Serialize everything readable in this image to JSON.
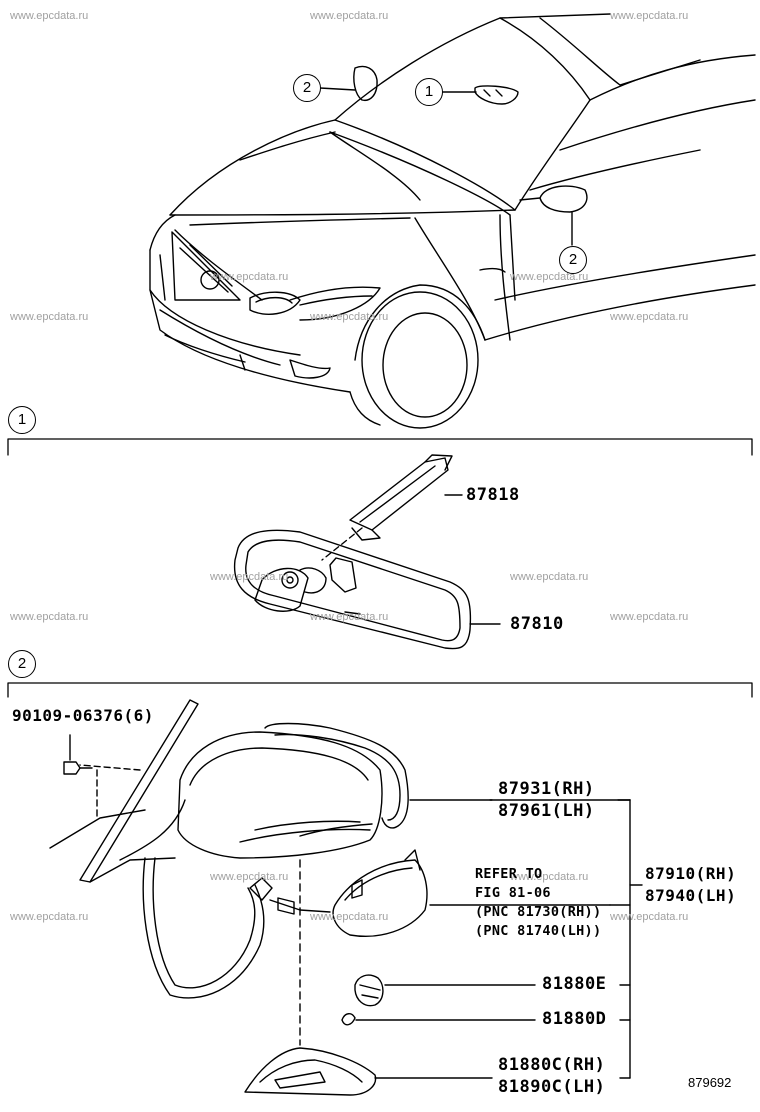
{
  "watermark": "www.epcdata.ru",
  "callouts": {
    "c1": "1",
    "c2": "2"
  },
  "section_headers": {
    "s1": "1",
    "s2": "2"
  },
  "parts": {
    "p87818": "87818",
    "p87810": "87810",
    "bolt": "90109-06376(6)",
    "p87931": "87931(RH)",
    "p87961": "87961(LH)",
    "p87910": "87910(RH)",
    "p87940": "87940(LH)",
    "ref_line1": "REFER TO",
    "ref_line2": "FIG 81-06",
    "ref_line3": "(PNC 81730(RH))",
    "ref_line4": "(PNC 81740(LH))",
    "p81880E": "81880E",
    "p81880D": "81880D",
    "p81880C": "81880C(RH)",
    "p81890C": "81890C(LH)"
  },
  "figure_number": "879692"
}
